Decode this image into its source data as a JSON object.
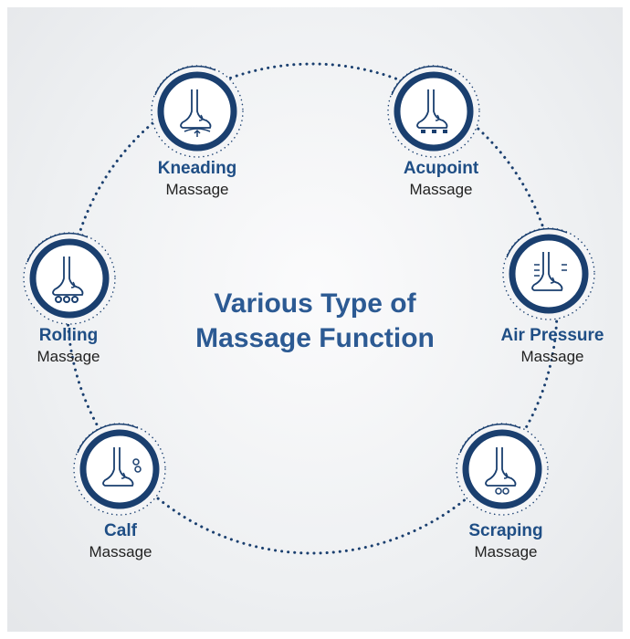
{
  "title": {
    "line1": "Various Type of",
    "line2": "Massage Function"
  },
  "nodes": [
    {
      "title": "Kneading",
      "subtitle": "Massage",
      "icon": "foot-kneading-icon"
    },
    {
      "title": "Acupoint",
      "subtitle": "Massage",
      "icon": "foot-acupoint-icon"
    },
    {
      "title": "Rolling",
      "subtitle": "Massage",
      "icon": "foot-rolling-icon"
    },
    {
      "title": "Air Pressure",
      "subtitle": "Massage",
      "icon": "foot-air-pressure-icon"
    },
    {
      "title": "Calf",
      "subtitle": "Massage",
      "icon": "foot-calf-icon"
    },
    {
      "title": "Scraping",
      "subtitle": "Massage",
      "icon": "foot-scraping-icon"
    }
  ],
  "colors": {
    "navy": "#1a3f6f",
    "title_blue": "#2c5a93"
  }
}
